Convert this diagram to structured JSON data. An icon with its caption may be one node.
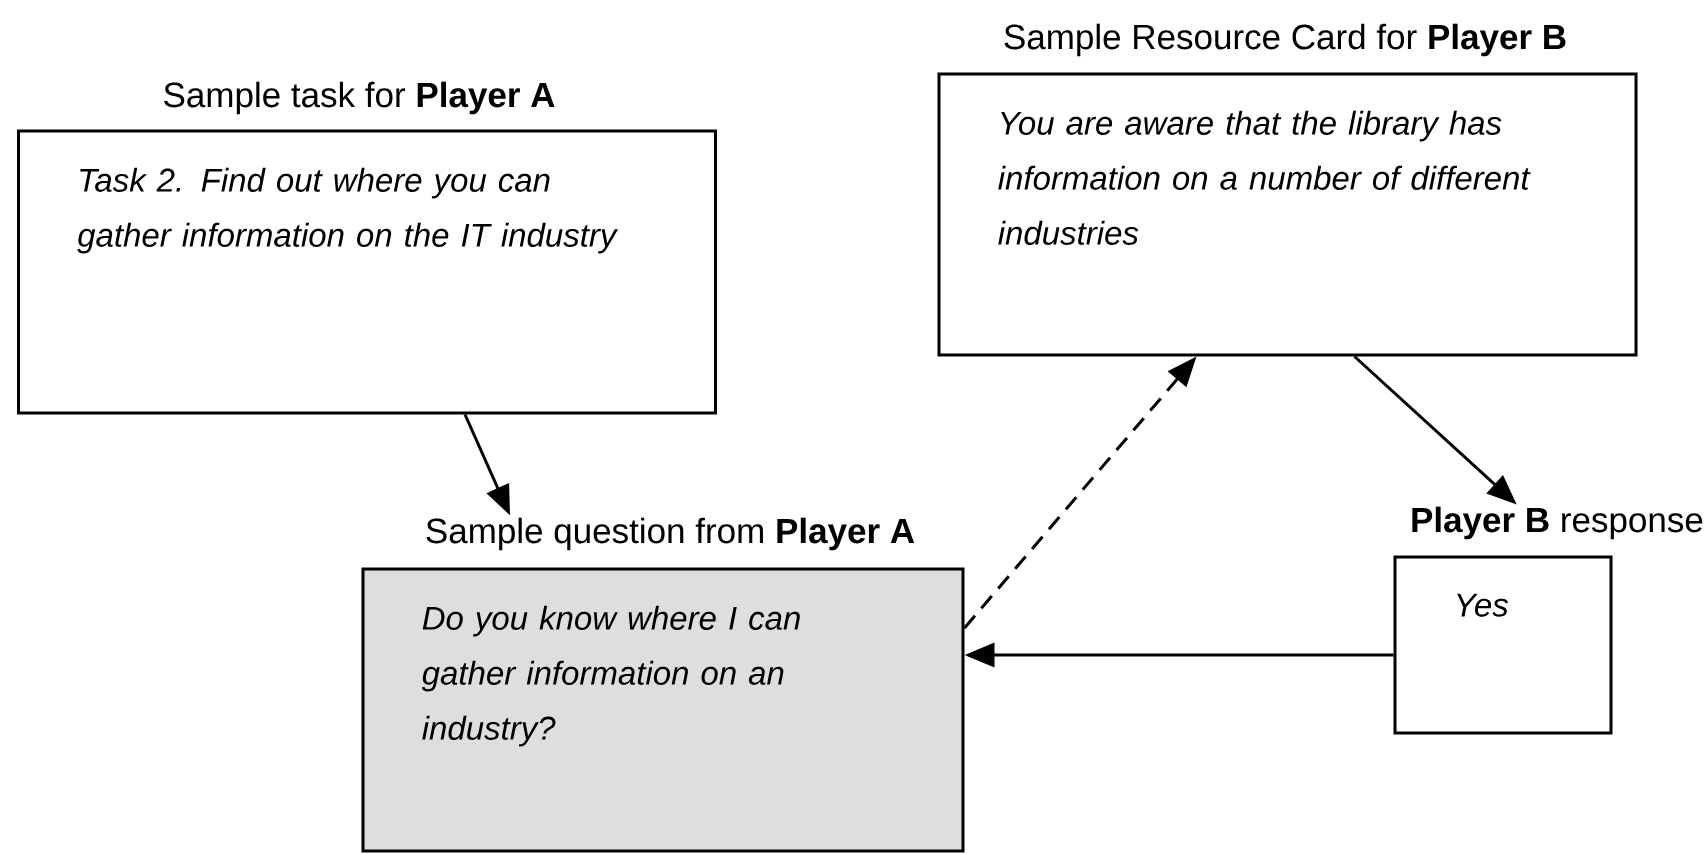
{
  "diagram": {
    "nodes": [
      {
        "text": [
          "Sample task for **Player A**",
          "Task 2. Find out where you can gather information on the IT industry"
        ]
      },
      {
        "text": [
          "Sample Resource Card for **Player B**",
          "You are aware that the library has information on a number of different industries"
        ]
      },
      {
        "text": [
          "Sample question from **Player A**",
          "Do you know where I can gather information on an industry?"
        ]
      },
      {
        "text": [
          "**Player B** response",
          "Yes"
        ]
      }
    ],
    "edges": [
      {
        "from": 0,
        "to": 2,
        "arrow": "to"
      },
      {
        "from": 2,
        "to": 1,
        "arrow": "to",
        "style": "dashed"
      },
      {
        "from": 1,
        "to": 3,
        "arrow": "to"
      },
      {
        "from": 3,
        "to": 2,
        "arrow": "to"
      }
    ]
  }
}
